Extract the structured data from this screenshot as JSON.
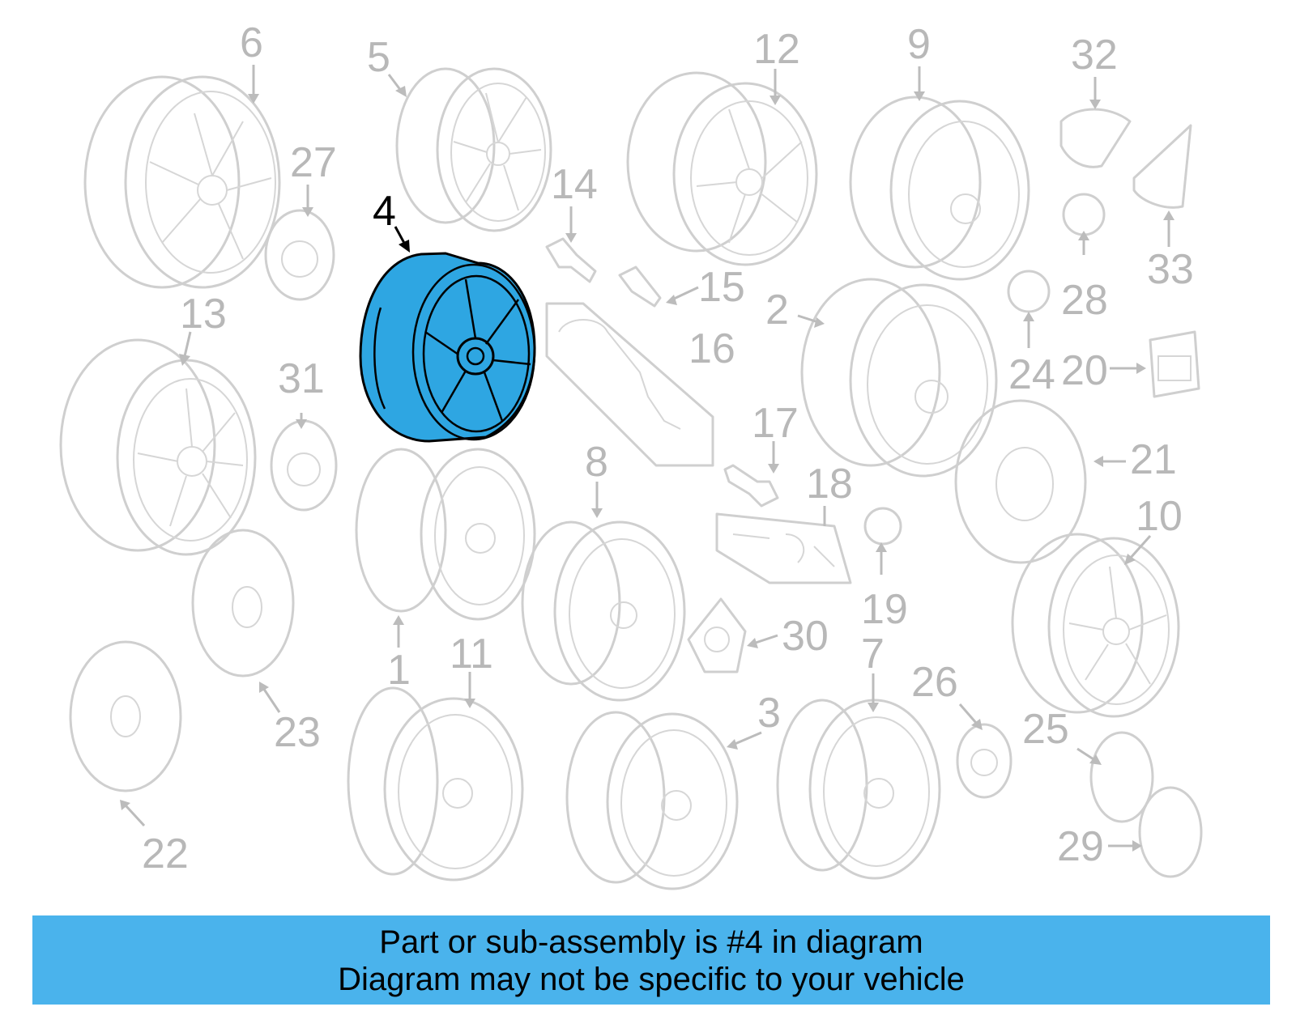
{
  "callouts": [
    {
      "id": "1",
      "label": "1"
    },
    {
      "id": "2",
      "label": "2"
    },
    {
      "id": "3",
      "label": "3"
    },
    {
      "id": "4",
      "label": "4"
    },
    {
      "id": "5",
      "label": "5"
    },
    {
      "id": "6",
      "label": "6"
    },
    {
      "id": "7",
      "label": "7"
    },
    {
      "id": "8",
      "label": "8"
    },
    {
      "id": "9",
      "label": "9"
    },
    {
      "id": "10",
      "label": "10"
    },
    {
      "id": "11",
      "label": "11"
    },
    {
      "id": "12",
      "label": "12"
    },
    {
      "id": "13",
      "label": "13"
    },
    {
      "id": "14",
      "label": "14"
    },
    {
      "id": "15",
      "label": "15"
    },
    {
      "id": "16",
      "label": "16"
    },
    {
      "id": "17",
      "label": "17"
    },
    {
      "id": "18",
      "label": "18"
    },
    {
      "id": "19",
      "label": "19"
    },
    {
      "id": "20",
      "label": "20"
    },
    {
      "id": "21",
      "label": "21"
    },
    {
      "id": "22",
      "label": "22"
    },
    {
      "id": "23",
      "label": "23"
    },
    {
      "id": "24",
      "label": "24"
    },
    {
      "id": "25",
      "label": "25"
    },
    {
      "id": "26",
      "label": "26"
    },
    {
      "id": "27",
      "label": "27"
    },
    {
      "id": "28",
      "label": "28"
    },
    {
      "id": "29",
      "label": "29"
    },
    {
      "id": "30",
      "label": "30"
    },
    {
      "id": "31",
      "label": "31"
    },
    {
      "id": "32",
      "label": "32"
    },
    {
      "id": "33",
      "label": "33"
    }
  ],
  "highlighted_part": "4",
  "colors": {
    "highlight": "#2ea6e2",
    "banner": "#4ab3ec",
    "ghost": "#cfcfcf"
  },
  "banner": {
    "line1": "Part or sub-assembly is #4 in diagram",
    "line2": "Diagram may not be specific to your vehicle"
  }
}
